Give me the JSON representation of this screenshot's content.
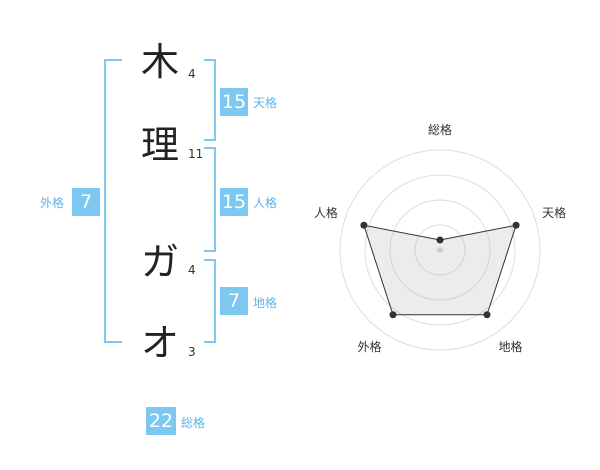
{
  "name": {
    "chars": [
      {
        "char": "木",
        "strokes": "4"
      },
      {
        "char": "理",
        "strokes": "11"
      },
      {
        "char": "ガ",
        "strokes": "4"
      },
      {
        "char": "オ",
        "strokes": "3"
      }
    ]
  },
  "kakusu": {
    "tenkaku": {
      "value": "15",
      "label": "天格"
    },
    "jinkaku": {
      "value": "15",
      "label": "人格"
    },
    "chikaku": {
      "value": "7",
      "label": "地格"
    },
    "gaikaku": {
      "value": "7",
      "label": "外格"
    },
    "soukaku": {
      "value": "22",
      "label": "総格"
    }
  },
  "colors": {
    "accent": "#7cc8f0",
    "accent_text": "#5fb3e6"
  },
  "chart_data": {
    "type": "radar",
    "axes": [
      "総格",
      "天格",
      "地格",
      "外格",
      "人格"
    ],
    "values": [
      0.1,
      0.8,
      0.8,
      0.8,
      0.8
    ],
    "range": [
      0,
      1
    ],
    "rings": 4
  }
}
